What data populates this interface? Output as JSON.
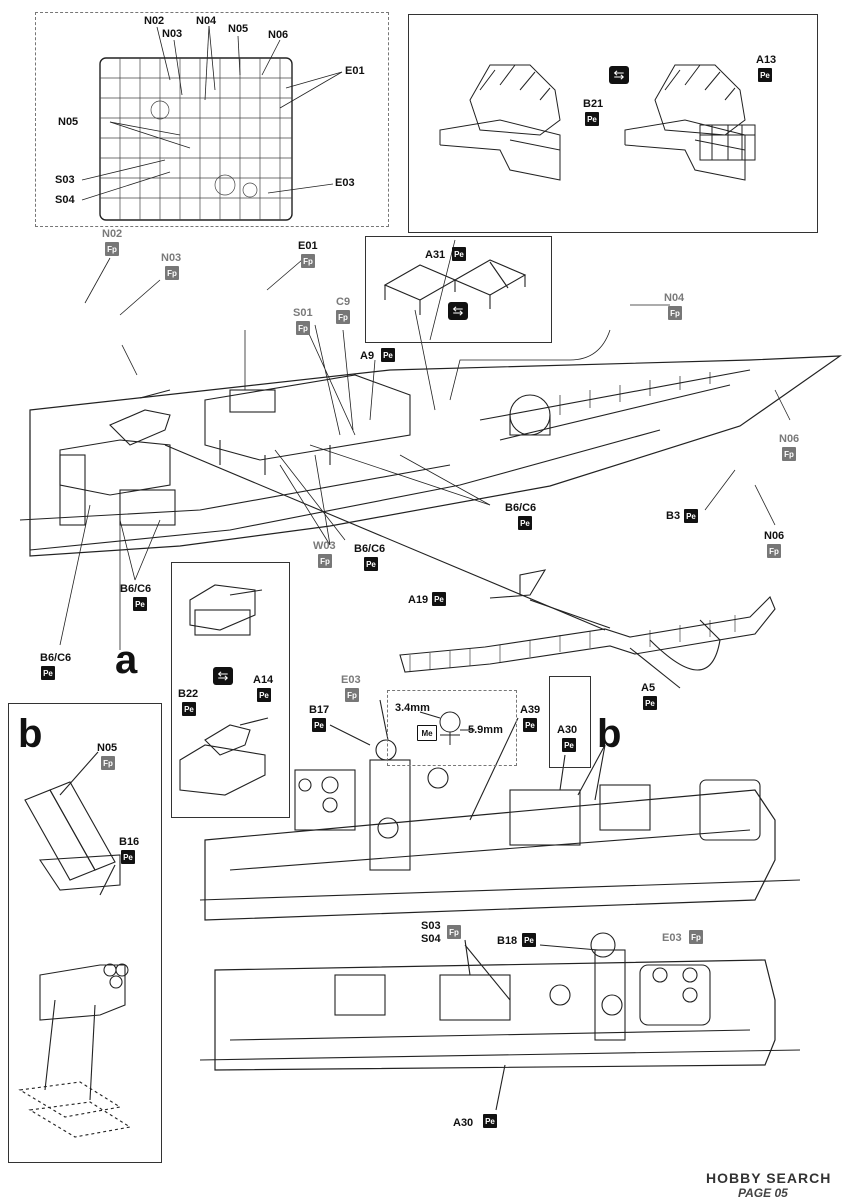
{
  "colors": {
    "ink": "#111111",
    "grey_tag": "#777777",
    "paper": "#ffffff"
  },
  "icons": {
    "swap": "swap-arrows-icon",
    "pe": "photo-etch-badge",
    "fp": "fret-part-badge"
  },
  "sprue_box": {
    "labels": {
      "n02": "N02",
      "n03": "N03",
      "n04": "N04",
      "n05_top": "N05",
      "n06": "N06",
      "e01": "E01",
      "n05_left": "N05",
      "s03": "S03",
      "s04": "S04",
      "e03": "E03"
    }
  },
  "top_right_box": {
    "b21": "B21",
    "a13": "A13",
    "pe": "Pe"
  },
  "main": {
    "n02": "N02",
    "n03": "N03",
    "e01": "E01",
    "s01": "S01",
    "c9": "C9",
    "a9": "A9",
    "a31": "A31",
    "n04": "N04",
    "n06_a": "N06",
    "n06_b": "N06",
    "b3": "B3",
    "b6c6_a": "B6/C6",
    "b6c6_b": "B6/C6",
    "b6c6_c": "B6/C6",
    "b6c6_d": "B6/C6",
    "w03": "W03",
    "a19": "A19",
    "a5": "A5",
    "a14": "A14",
    "b22": "B22",
    "section_a": "a",
    "pe": "Pe",
    "fp": "Fp"
  },
  "lower": {
    "e03_a": "E03",
    "b17": "B17",
    "dim1": "3.4mm",
    "dim2": "5.9mm",
    "me": "Me",
    "a39": "A39",
    "a30_a": "A30",
    "section_b": "b",
    "s03": "S03",
    "s04": "S04",
    "b18": "B18",
    "e03_b": "E03",
    "a30_b": "A30"
  },
  "inset_b": {
    "letter": "b",
    "n05": "N05",
    "b16": "B16"
  },
  "footer": {
    "logo": "HOBBY SEARCH",
    "page": "PAGE 05"
  }
}
